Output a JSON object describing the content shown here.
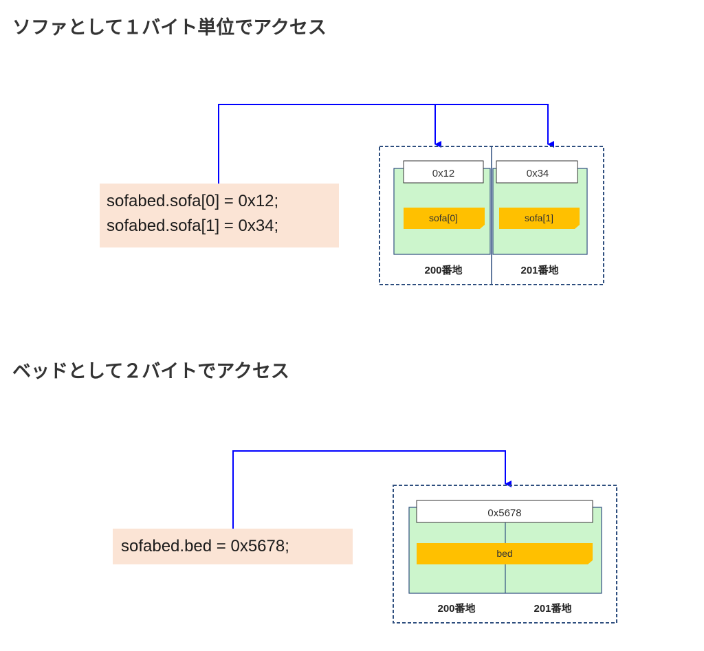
{
  "section_sofa": {
    "heading": "ソファとして１バイト単位でアクセス",
    "code_lines": [
      "sofabed.sofa[0] = 0x12;",
      "sofabed.sofa[1] = 0x34;"
    ],
    "cells": [
      {
        "value": "0x12",
        "label": "sofa[0]",
        "address": "200番地"
      },
      {
        "value": "0x34",
        "label": "sofa[1]",
        "address": "201番地"
      }
    ]
  },
  "section_bed": {
    "heading": "ベッドとして２バイトでアクセス",
    "code_lines": [
      "sofabed.bed = 0x5678;"
    ],
    "value": "0x5678",
    "label": "bed",
    "addresses": [
      "200番地",
      "201番地"
    ]
  },
  "colors": {
    "arrow": "#0000ff",
    "code_bg": "#fbe4d5",
    "memory_fill": "#ccf5cc",
    "memory_border": "#2e4e7e",
    "label_fill": "#ffc000",
    "dashed_border": "#2e4e7e"
  }
}
